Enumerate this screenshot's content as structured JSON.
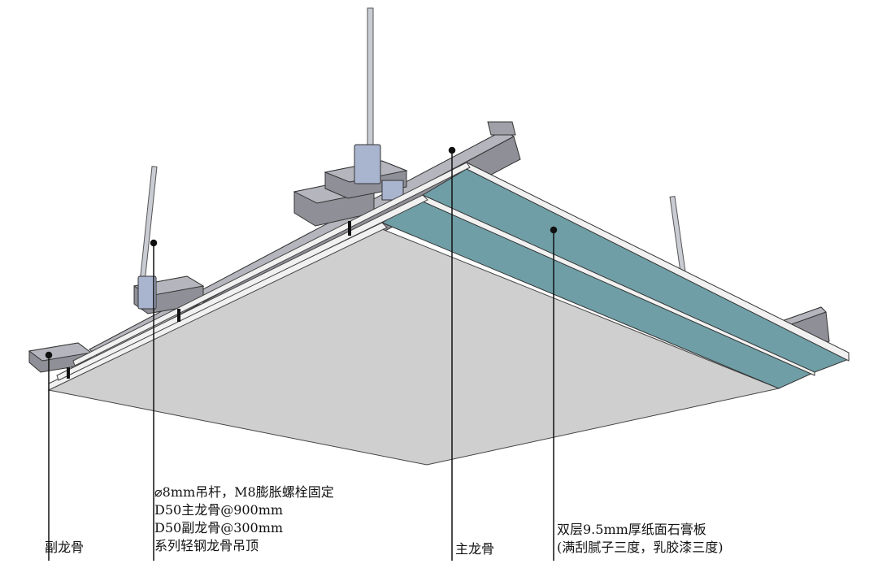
{
  "labels": {
    "secondary_keel": "副龙骨",
    "system": {
      "line1": "⌀8mm吊杆，M8膨胀螺栓固定",
      "line2": "D50主龙骨@900mm",
      "line3": "D50副龙骨@300mm",
      "line4": "系列轻钢龙骨吊顶"
    },
    "main_keel": "主龙骨",
    "board": {
      "line1": "双层9.5mm厚纸面石膏板",
      "line2": "(满刮腻子三度，乳胶漆三度)"
    }
  },
  "colors": {
    "board_underside": "#cfcfcf",
    "board_teal": "#6f9ea6",
    "board_edge": "#f1f1f1",
    "steel": "#8f8f97",
    "steel_dark": "#6a6a72",
    "steel_light": "#b5b5bd",
    "bracket": "#a9b4cf"
  }
}
